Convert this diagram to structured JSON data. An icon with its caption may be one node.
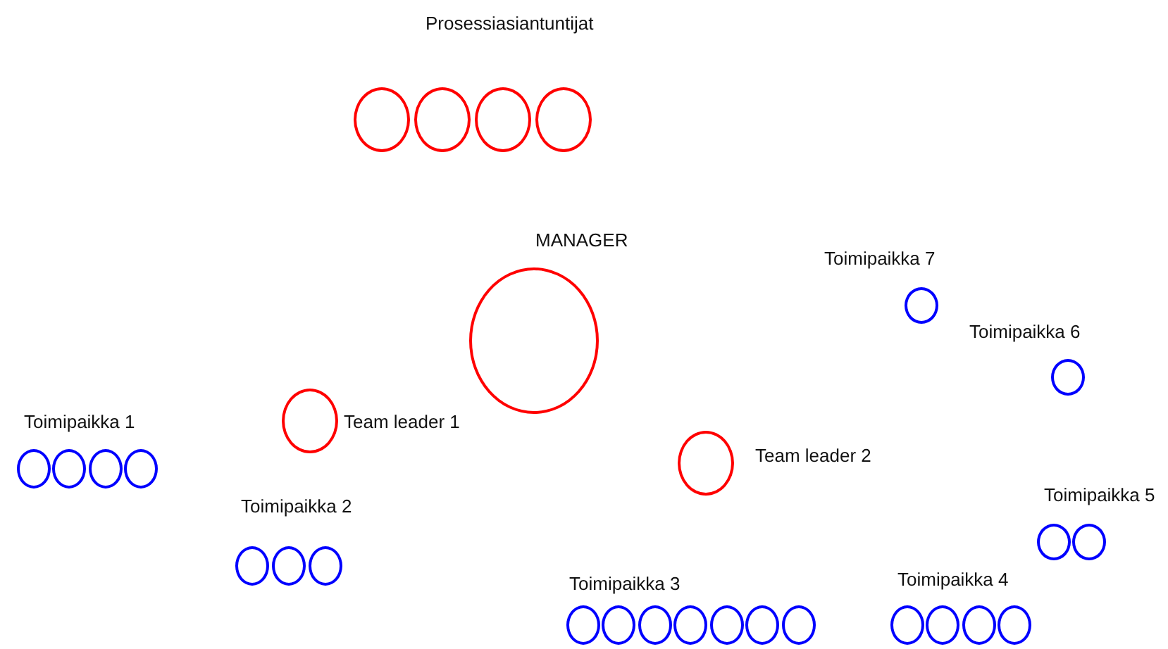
{
  "diagram": {
    "nodes": [
      {
        "text": [],
        "shape": "circle"
      },
      {
        "text": [],
        "shape": "circle"
      },
      {
        "text": [],
        "shape": "circle"
      },
      {
        "text": [],
        "shape": "circle"
      },
      {
        "text": [],
        "shape": "circle",
        "beside": [
          "MANAGER"
        ]
      },
      {
        "text": [],
        "shape": "circle",
        "beside": [
          "Toimipaikka 7"
        ]
      },
      {
        "text": [],
        "shape": "circle",
        "beside": [
          "Toimipaikka 6"
        ]
      },
      {
        "text": [],
        "shape": "circle",
        "beside": [
          "Team leader 1"
        ]
      },
      {
        "text": [],
        "shape": "circle"
      },
      {
        "text": [],
        "shape": "circle"
      },
      {
        "text": [],
        "shape": "circle"
      },
      {
        "text": [],
        "shape": "circle"
      },
      {
        "text": [],
        "shape": "circle",
        "beside": [
          "Team leader 2"
        ]
      },
      {
        "text": [],
        "shape": "circle"
      },
      {
        "text": [],
        "shape": "circle"
      },
      {
        "text": [],
        "shape": "circle"
      },
      {
        "text": [],
        "shape": "circle"
      },
      {
        "text": [],
        "shape": "circle"
      },
      {
        "text": [],
        "shape": "circle"
      },
      {
        "text": [],
        "shape": "circle"
      },
      {
        "text": [],
        "shape": "circle"
      },
      {
        "text": [],
        "shape": "circle"
      },
      {
        "text": [],
        "shape": "circle"
      },
      {
        "text": [],
        "shape": "circle"
      },
      {
        "text": [],
        "shape": "circle"
      },
      {
        "text": [],
        "shape": "circle"
      },
      {
        "text": [],
        "shape": "circle"
      },
      {
        "text": [],
        "shape": "circle"
      },
      {
        "text": [],
        "shape": "circle"
      }
    ],
    "edges": [],
    "labels": [
      "Prosessiasiantuntijat",
      "Toimipaikka 1",
      "Toimipaikka 5",
      "Toimipaikka 2",
      "Toimipaikka 4",
      "Toimipaikka 3"
    ]
  }
}
